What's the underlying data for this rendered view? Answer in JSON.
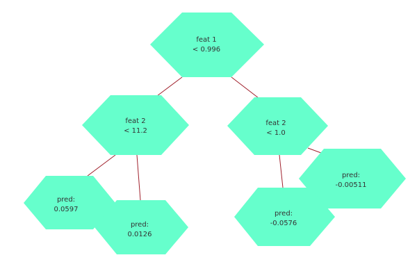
{
  "colors": {
    "node_fill": "#66ffcc",
    "edge_stroke": "#a0202c",
    "text": "#333333",
    "background": "#ffffff"
  },
  "tree": {
    "root": {
      "line1": "feat 1",
      "line2": "< 0.996"
    },
    "left_split": {
      "line1": "feat 2",
      "line2": "< 11.2"
    },
    "right_split": {
      "line1": "feat 2",
      "line2": "< 1.0"
    },
    "leaf_ll": {
      "line1": "pred:",
      "line2": "0.0597"
    },
    "leaf_lr": {
      "line1": "pred:",
      "line2": "0.0126"
    },
    "leaf_rl": {
      "line1": "pred:",
      "line2": "-0.0576"
    },
    "leaf_rr": {
      "line1": "pred:",
      "line2": "-0.00511"
    }
  }
}
